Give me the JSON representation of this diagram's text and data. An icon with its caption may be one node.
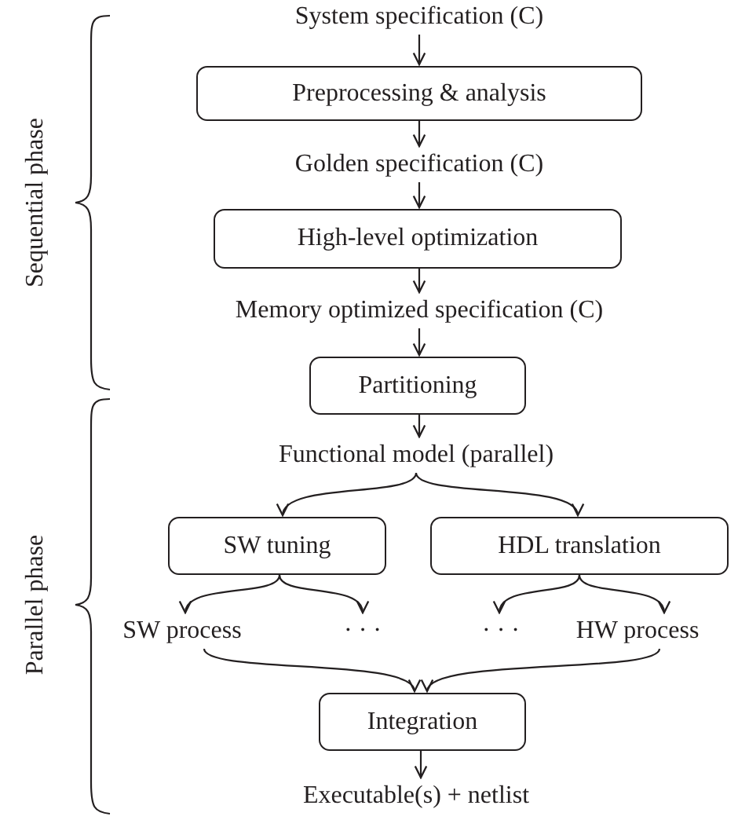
{
  "diagram": {
    "nodes": [
      {
        "text": [
          "System specification (C)"
        ]
      },
      {
        "text": [
          "Preprocessing & analysis"
        ]
      },
      {
        "text": [
          "Golden specification (C)"
        ]
      },
      {
        "text": [
          "High-level optimization"
        ]
      },
      {
        "text": [
          "Memory optimized specification (C)"
        ]
      },
      {
        "text": [
          "Partitioning"
        ]
      },
      {
        "text": [
          "Functional model (parallel)"
        ]
      },
      {
        "text": [
          "SW tuning"
        ]
      },
      {
        "text": [
          "HDL translation"
        ]
      },
      {
        "text": [
          "SW process"
        ]
      },
      {
        "text": [
          "· · ·"
        ]
      },
      {
        "text": [
          "· · ·"
        ]
      },
      {
        "text": [
          "HW process"
        ]
      },
      {
        "text": [
          "Integration"
        ]
      },
      {
        "text": [
          "Executable(s) + netlist"
        ]
      }
    ],
    "edges": [
      {
        "from": 0,
        "to": 1,
        "arrow": "to"
      },
      {
        "from": 1,
        "to": 2,
        "arrow": "to"
      },
      {
        "from": 2,
        "to": 3,
        "arrow": "to"
      },
      {
        "from": 3,
        "to": 4,
        "arrow": "to"
      },
      {
        "from": 4,
        "to": 5,
        "arrow": "to"
      },
      {
        "from": 5,
        "to": 6,
        "arrow": "to"
      },
      {
        "from": 6,
        "to": 7,
        "arrow": "to"
      },
      {
        "from": 6,
        "to": 8,
        "arrow": "to"
      },
      {
        "from": 7,
        "to": 9,
        "arrow": "to"
      },
      {
        "from": 7,
        "to": 10,
        "arrow": "to"
      },
      {
        "from": 8,
        "to": 11,
        "arrow": "to"
      },
      {
        "from": 8,
        "to": 12,
        "arrow": "to"
      },
      {
        "from": 9,
        "to": 13,
        "arrow": "to"
      },
      {
        "from": 12,
        "to": 13,
        "arrow": "to"
      },
      {
        "from": 13,
        "to": 14,
        "arrow": "to"
      }
    ],
    "labels": [
      "Sequential phase",
      "Parallel phase"
    ]
  }
}
